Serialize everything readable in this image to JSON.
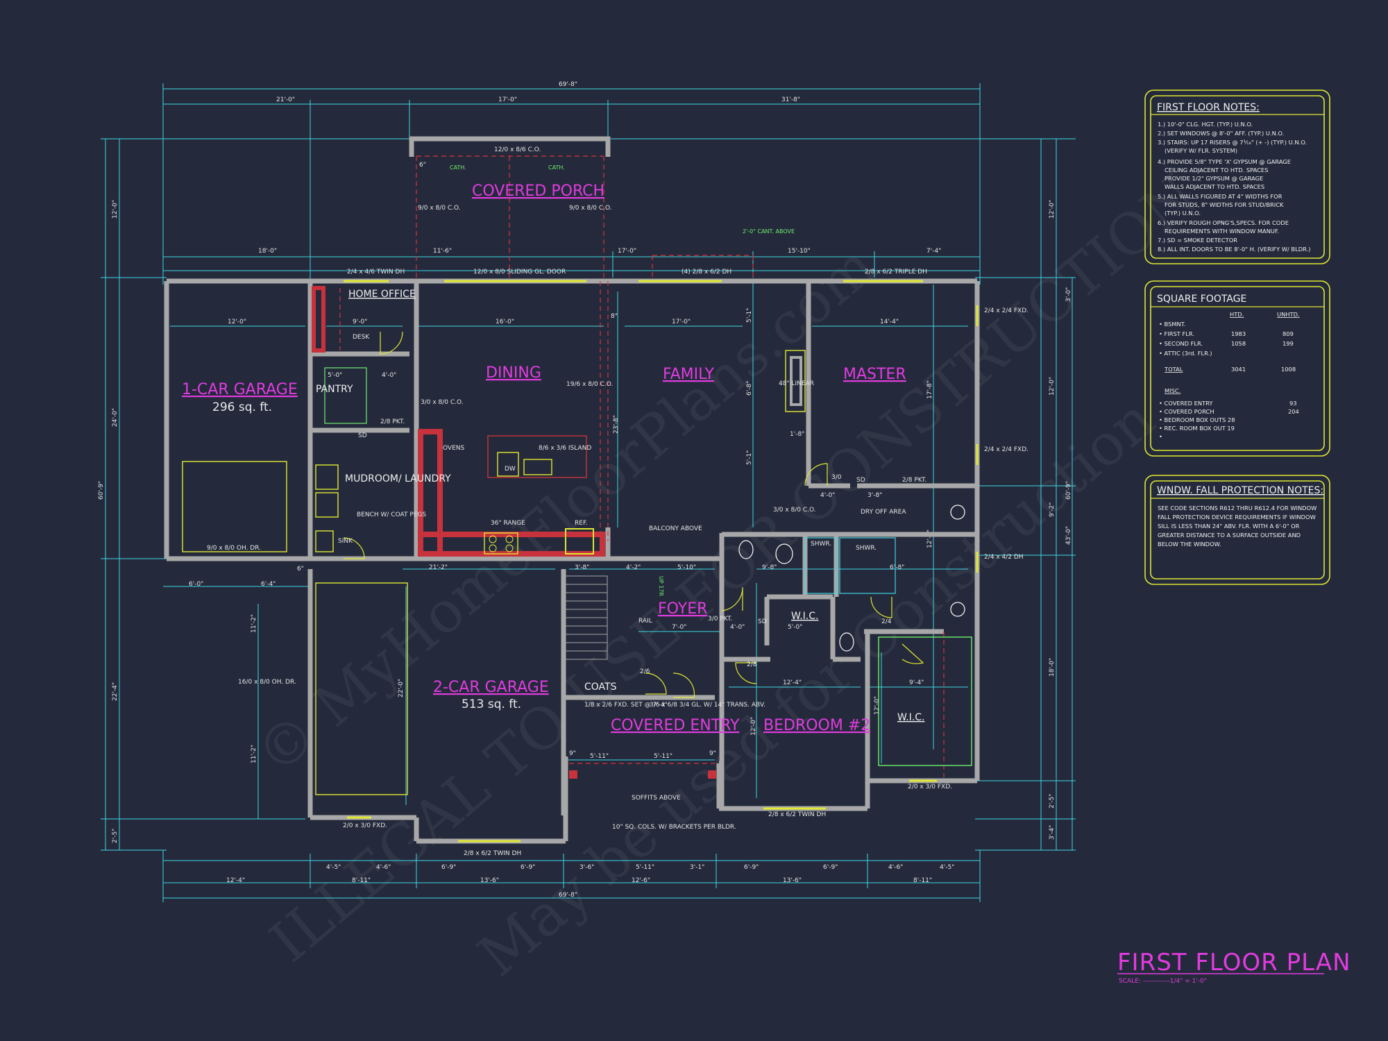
{
  "title": {
    "main": "FIRST FLOOR PLAN",
    "scale": "SCALE: ------------1/4\" = 1'-0\""
  },
  "watermark": [
    "© MyHomeFloorPlans.com",
    "ILLEGAL TO USE FOR CONSTRUCTION",
    "May be used for Construction"
  ],
  "rooms": {
    "porch": "COVERED PORCH",
    "office": "HOME OFFICE",
    "dining": "DINING",
    "family": "FAMILY",
    "master": "MASTER",
    "garage1": "1-CAR GARAGE",
    "garage1_area": "296 sq. ft.",
    "pantry": "PANTRY",
    "mudroom": "MUDROOM/ LAUNDRY",
    "foyer": "FOYER",
    "garage2": "2-CAR GARAGE",
    "garage2_area": "513 sq. ft.",
    "entry": "COVERED ENTRY",
    "bedroom2": "BEDROOM #2",
    "coats": "COATS",
    "wic1": "W.I.C.",
    "wic2": "W.I.C."
  },
  "labels": {
    "desk": "DESK",
    "ovens": "OVENS",
    "island": "8/6 x 3/6 ISLAND",
    "dw": "DW",
    "range": "36\" RANGE",
    "ref": "REF.",
    "linear": "48\" LINEAR",
    "sink": "SINK",
    "bench": "BENCH W/ COAT PEGS",
    "balcony": "BALCONY ABOVE",
    "rail": "RAIL",
    "dryoff": "DRY OFF AREA",
    "shwr1": "SHWR.",
    "shwr2": "SHWR.",
    "soffits": "SOFFITS ABOVE",
    "cols": "10\" SQ. COLS. W/ BRACKETS PER BLDR.",
    "slide_door": "12/0 x 8/0 SLIDING GL. DOOR",
    "twin_dh_top": "2/4 x 4/6 TWIN DH",
    "dh4": "(4) 2/8 x 6/2 DH",
    "triple_dh": "2/8 x 6/2 TRIPLE DH",
    "fxd1": "2/4 x 2/4 FXD.",
    "fxd2": "2/4 x 2/4 FXD.",
    "dh_right": "2/4 x 4/2 DH",
    "fxd_wic": "2/0 x 3/0 FXD.",
    "twin_dh_bed": "2/8 x 6/2 TWIN DH",
    "twin_dh_gar": "2/8 x 6/2 TWIN DH",
    "fxd_gar": "2/0 x 3/0 FXD.",
    "ohdr1": "9/0 x 8/0 OH. DR.",
    "ohdr2": "16/0 x 8/0 OH. DR.",
    "co_top": "12/0 x 8/6 C.O.",
    "co_left": "9/0 x 8/0 C.O.",
    "co_right": "9/0 x 8/0 C.O.",
    "co_dining": "3/0 x 8/0 C.O.",
    "co_family": "19/6 x 8/0 C.O.",
    "co_master": "3/0 x 8/0 C.O.",
    "cath1": "CATH.",
    "cath2": "CATH.",
    "cant": "2'-0\" CANT. ABOVE",
    "pkt1": "2/8 PKT.",
    "pkt2": "2/8 PKT.",
    "pkt3": "3/0 PKT.",
    "trans": "3/6 x 6/8 3/4 GL. W/ 14\" TRANS. ABV.",
    "fxd_side": "1/8 x 2/6 FXD. SET @ 7'-4\"",
    "door_2_8": "2/8",
    "door_2_6": "2/6",
    "door_2_4": "2/4",
    "door_3_0": "3/0",
    "sd1": "SD",
    "sd2": "SD",
    "sd3": "SD",
    "up": "UP 17R"
  },
  "dimensions": {
    "overall_top": "69'-8\"",
    "top_segments": [
      "21'-0\"",
      "17'-0\"",
      "31'-8\""
    ],
    "mid_segments": [
      "18'-0\"",
      "11'-6\"",
      "17'-0\"",
      "15'-10\"",
      "7'-4\""
    ],
    "overall_bottom": "69'-8\"",
    "bottom_row1": [
      "4'-5\"",
      "4'-6\"",
      "6'-9\"",
      "6'-9\"",
      "3'-6\"",
      "5'-11\"",
      "3'-1\"",
      "6'-9\"",
      "6'-9\"",
      "4'-6\"",
      "4'-5\""
    ],
    "bottom_row2": [
      "12'-4\"",
      "8'-11\"",
      "13'-6\"",
      "12'-6\"",
      "13'-6\"",
      "8'-11\""
    ],
    "left_side": [
      "12'-0\"",
      "24'-0\"",
      "22'-4\"",
      "2'-5\""
    ],
    "left_overall": "60'-9\"",
    "right_side": [
      "12'-0\"",
      "3'-0\"",
      "12'-0\"",
      "9'-2\"",
      "18'-0\"",
      "2'-5\"",
      "3'-4\""
    ],
    "right_overall": "60'-9\"",
    "right_overall2": "43'-0\"",
    "inner": [
      "12'-0\"",
      "9'-0\"",
      "16'-0\"",
      "17'-0\"",
      "14'-4\"",
      "5'-0\"",
      "4'-0\"",
      "21'-2\"",
      "3'-8\"",
      "4'-2\"",
      "5'-10\"",
      "7'-0\"",
      "4'-0\"",
      "5'-0\"",
      "12'-4\"",
      "9'-4\"",
      "6'-8\"",
      "9'-8\"",
      "6'-0\"",
      "6'-4\"",
      "11'-2\"",
      "11'-2\"",
      "22'-0\"",
      "23'-8\"",
      "5'-11\"",
      "5'-11\"",
      "4'-0\"",
      "3'-8\"",
      "17'-8\"",
      "12'-8\"",
      "12'-0\"",
      "12'-0\"",
      "1'-8\"",
      "6'-8\"",
      "5'-1\"",
      "5'-1\"",
      "8\"",
      "9\"",
      "9\"",
      "6\"",
      "6\""
    ]
  },
  "notes_first_floor": {
    "title": "FIRST FLOOR NOTES:",
    "lines": [
      "1.) 10'-0\" CLG. HGT. (TYP.) U.N.O.",
      "2.) SET WINDOWS @ 8'-0\" AFF. (TYP.) U.N.O.",
      "3.) STAIRS: UP 17 RISERS @ 7¹⁄₁₆\" (+ -) (TYP.) U.N.O.",
      "(VERIFY W/ FLR. SYSTEM)",
      "4.) PROVIDE 5/8\" TYPE 'X' GYPSUM @ GARAGE",
      "CEILING ADJACENT TO HTD. SPACES",
      "PROVIDE 1/2\" GYPSUM @ GARAGE",
      "WALLS ADJACENT TO HTD. SPACES",
      "5.) ALL WALLS FIGURED AT 4\" WIDTHS FOR",
      "FOR STUDS, 8\" WIDTHS FOR STUD/BRICK",
      "(TYP.) U.N.O.",
      "6.) VERIFY ROUGH OPNG'S,SPECS. FOR CODE",
      "REQUIREMENTS WITH WINDOW MANUF.",
      "7.) SD = SMOKE DETECTOR",
      "8.) ALL INT. DOORS TO BE 8'-0\" H. (VERIFY W/ BLDR.)"
    ]
  },
  "square_footage": {
    "title": "SQUARE FOOTAGE",
    "col_htd": "HTD.",
    "col_unhtd": "UNHTD.",
    "rows": [
      {
        "label": "• BSMNT.",
        "htd": "",
        "unhtd": ""
      },
      {
        "label": "• FIRST FLR.",
        "htd": "1983",
        "unhtd": "809"
      },
      {
        "label": "• SECOND FLR.",
        "htd": "1058",
        "unhtd": "199"
      },
      {
        "label": "• ATTIC (3rd. FLR.)",
        "htd": "",
        "unhtd": ""
      }
    ],
    "total_label": "TOTAL",
    "total_htd": "3041",
    "total_unhtd": "1008",
    "misc_label": "MISC.",
    "misc": [
      {
        "label": "• COVERED ENTRY",
        "val": "93"
      },
      {
        "label": "• COVERED PORCH",
        "val": "204"
      },
      {
        "label": "• BEDROOM BOX OUTS 28",
        "val": ""
      },
      {
        "label": "• REC. ROOM BOX OUT  19",
        "val": ""
      },
      {
        "label": "•",
        "val": ""
      }
    ]
  },
  "window_fall": {
    "title": "WNDW. FALL PROTECTION NOTES:",
    "lines": [
      "SEE CODE SECTIONS R612 THRU R612.4 FOR WINDOW",
      "FALL PROTECTION DEVICE REQUIREMENTS IF WINDOW",
      "SILL IS LESS THAN 24\" ABV. FLR. WITH A 6'-0\" OR",
      "GREATER DISTANCE TO A SURFACE OUTSIDE AND",
      "BELOW THE WINDOW."
    ]
  },
  "colors": {
    "background": "#242a3b",
    "dimension": "#3ed6e6",
    "room_label": "#e23be0",
    "wall": "#a8a8a8",
    "note_box": "#e0e832",
    "cabinet": "#c8323c"
  }
}
